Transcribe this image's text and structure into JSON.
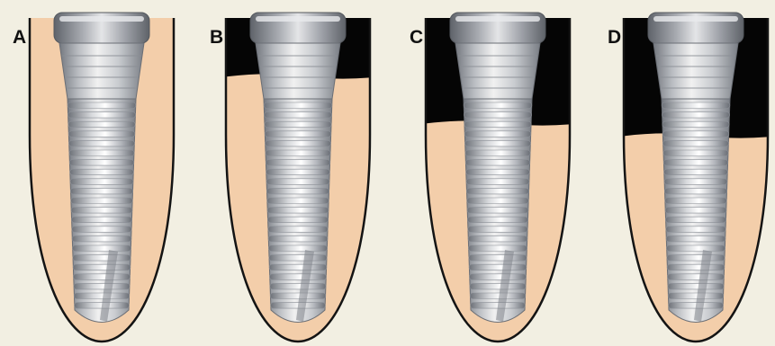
{
  "colors": {
    "background": "#f2efe2",
    "bone": "#f3ceaa",
    "bone_loss": "#050505",
    "outline": "#141414",
    "metal_light": "#f1f1f1",
    "metal_mid": "#b9bcc1",
    "metal_dark": "#74787f"
  },
  "panels": [
    {
      "label": "A",
      "bone_loss": "none"
    },
    {
      "label": "B",
      "bone_loss": "minimal"
    },
    {
      "label": "C",
      "bone_loss": "moderate"
    },
    {
      "label": "D",
      "bone_loss": "severe"
    }
  ]
}
